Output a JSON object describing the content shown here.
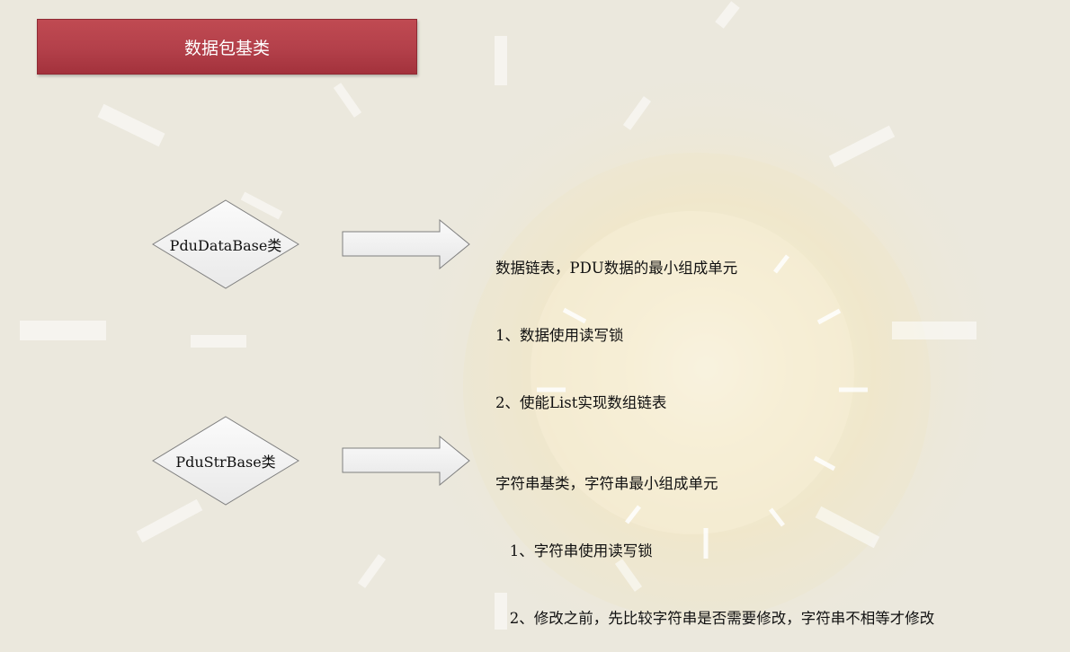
{
  "title": "数据包基类",
  "nodes": [
    {
      "label": "PduDataBase类",
      "description": [
        "数据链表，PDU数据的最小组成单元",
        "1、数据使用读写锁",
        "2、使能List实现数组链表"
      ]
    },
    {
      "label": "PduStrBase类",
      "description": [
        "字符串基类，字符串最小组成单元",
        "   1、字符串使用读写锁",
        "   2、修改之前，先比较字符串是否需要修改，字符串不相等才修改"
      ]
    }
  ],
  "colors": {
    "background": "#ebe8dd",
    "title_fill": "#b3404a",
    "title_text": "#ffffff",
    "shape_fill": "#f4f4f4",
    "shape_stroke": "#7f7f7f",
    "glow": "#f7efd0"
  }
}
